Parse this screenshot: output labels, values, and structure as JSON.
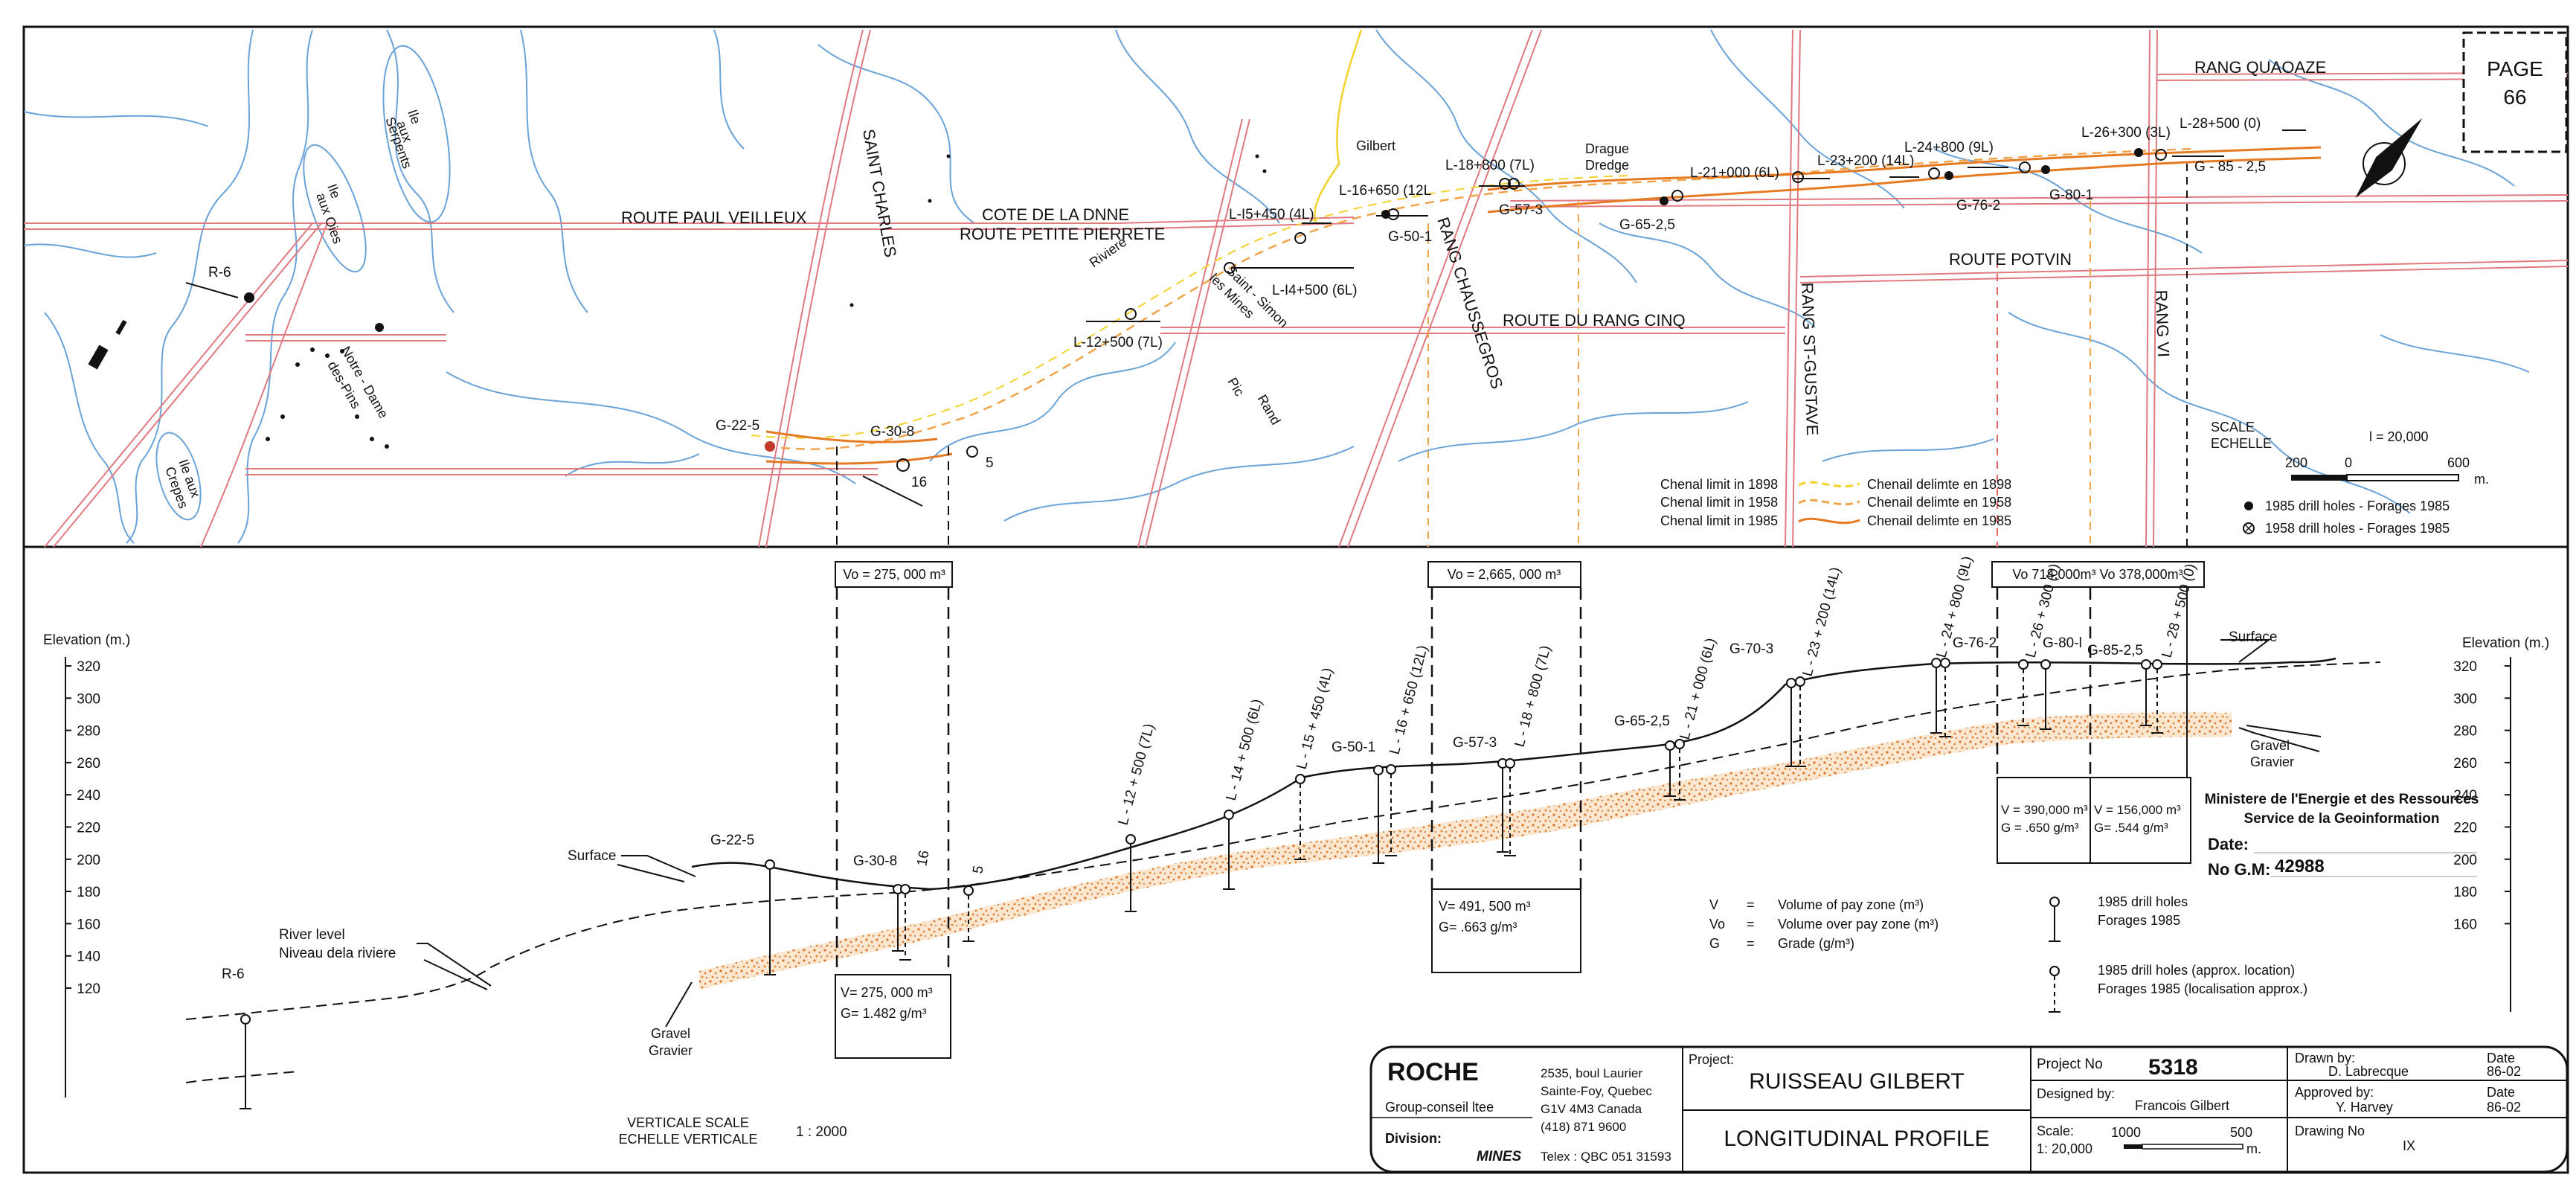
{
  "page_box": {
    "label": "PAGE",
    "number": "66"
  },
  "map": {
    "roads": [
      {
        "text": "RANG QUAOAZE"
      },
      {
        "text": "ROUTE PAUL VEILLEUX"
      },
      {
        "text": "COTE DE LA DNNE"
      },
      {
        "text": "ROUTE PETITE PIERRETE"
      },
      {
        "text": "ROUTE POTVIN"
      },
      {
        "text": "ROUTE  DU  RANG  CINQ"
      },
      {
        "text": "SAINT CHARLES"
      },
      {
        "text": "RANG CHAUSSEGROS"
      },
      {
        "text": "RANG ST-GUSTAVE"
      },
      {
        "text": "RANG VI"
      }
    ],
    "places": [
      {
        "text": "Ile"
      },
      {
        "text": "aux"
      },
      {
        "text": "Serpents"
      },
      {
        "text": "Ile"
      },
      {
        "text": "aux Oies"
      },
      {
        "text": "Notre - Dame"
      },
      {
        "text": "des-Pins"
      },
      {
        "text": "Ile aux"
      },
      {
        "text": "Crepes"
      },
      {
        "text": "Riviere"
      },
      {
        "text": "Saint - Simon"
      },
      {
        "text": "les Mines"
      },
      {
        "text": "Pic"
      },
      {
        "text": "Rand"
      },
      {
        "text": "Gilbert"
      },
      {
        "text": "Drague"
      },
      {
        "text": "Dredge"
      }
    ],
    "station_labels": [
      {
        "text": "L-28+500 (0)"
      },
      {
        "text": "L-26+300 (3L)"
      },
      {
        "text": "L-24+800 (9L)"
      },
      {
        "text": "L-23+200 (14L)"
      },
      {
        "text": "L-21+000 (6L)"
      },
      {
        "text": "L-18+800 (7L)"
      },
      {
        "text": "L-16+650 (12L"
      },
      {
        "text": "L-I5+450 (4L)"
      },
      {
        "text": "L-I4+500 (6L)"
      },
      {
        "text": "L-12+500 (7L)"
      }
    ],
    "hole_labels": [
      {
        "text": "R-6"
      },
      {
        "text": "G-22-5"
      },
      {
        "text": "G-30-8"
      },
      {
        "text": "16"
      },
      {
        "text": "5"
      },
      {
        "text": "G-50-1"
      },
      {
        "text": "G-57-3"
      },
      {
        "text": "G-65-2,5"
      },
      {
        "text": "G-76-2"
      },
      {
        "text": "G-80-1"
      },
      {
        "text": "G - 85 - 2,5"
      }
    ],
    "legend": [
      {
        "label_en": "Chenal limit in 1898",
        "label_fr": "Chenail delimte en 1898",
        "color": "#f2d22c"
      },
      {
        "label_en": "Chenal limit in 1958",
        "label_fr": "Chenail delimte en 1958",
        "color": "#f0a44a"
      },
      {
        "label_en": "Chenal limit in 1985",
        "label_fr": "Chenail delimte en 1985",
        "color": "#e67a22"
      }
    ],
    "scale": {
      "title_en": "SCALE",
      "title_fr": "ECHELLE",
      "ratio": "l = 20,000",
      "ticks": [
        "200",
        "0",
        "600"
      ],
      "unit": "m."
    },
    "symbols": [
      {
        "label": "1985 drill holes - Forages 1985"
      },
      {
        "label": "1958 drill holes - Forages 1985"
      }
    ]
  },
  "profile": {
    "axis_title": "Elevation (m.)",
    "ticks": [
      "320",
      "300",
      "280",
      "260",
      "240",
      "220",
      "200",
      "180",
      "160",
      "140",
      "120"
    ],
    "right_ticks": [
      "320",
      "300",
      "280",
      "260",
      "240",
      "220",
      "200",
      "180",
      "160"
    ],
    "volume_boxes": [
      {
        "text": "Vo = 275, 000 m³"
      },
      {
        "text": "Vo = 2,665, 000 m³"
      },
      {
        "text": "Vo 714,000m³  Vo 378,000m³"
      }
    ],
    "grade_boxes": [
      {
        "line1": "V= 275, 000 m³",
        "line2": "G= 1.482 g/m³"
      },
      {
        "line1": "V= 491, 500 m³",
        "line2": "G= .663 g/m³"
      },
      {
        "line1": "V = 390,000 m³",
        "line2": "G = .650 g/m³"
      },
      {
        "line1": "V = 156,000 m³",
        "line2": "G= .544 g/m³"
      }
    ],
    "section_labels": [
      {
        "text": "R-6"
      },
      {
        "text": "G-22-5"
      },
      {
        "text": "G-30-8"
      },
      {
        "text": "16"
      },
      {
        "text": "5"
      },
      {
        "text": "L - 12 + 500 (7L)"
      },
      {
        "text": "L - 14 + 500 (6L)"
      },
      {
        "text": "L - 15 + 450 (4L)"
      },
      {
        "text": "G-50-1"
      },
      {
        "text": "L - 16 + 650 (12L)"
      },
      {
        "text": "G-57-3"
      },
      {
        "text": "L - 18 + 800 (7L)"
      },
      {
        "text": "G-65-2,5"
      },
      {
        "text": "L - 21 + 000 (6L)"
      },
      {
        "text": "G-70-3"
      },
      {
        "text": "L - 23 + 200 (14L)"
      },
      {
        "text": "L - 24 + 800 (9L)"
      },
      {
        "text": "G-76-2"
      },
      {
        "text": "L - 26 + 300 (0)"
      },
      {
        "text": "G-80-l"
      },
      {
        "text": "G-85-2,5"
      },
      {
        "text": "L - 28 + 500 (0)"
      }
    ],
    "callouts": [
      {
        "text": "Surface"
      },
      {
        "text": "River level"
      },
      {
        "text": "Niveau dela riviere"
      },
      {
        "text": "Gravel"
      },
      {
        "text": "Gravier"
      },
      {
        "text": "Surface"
      },
      {
        "text": "Gravel"
      },
      {
        "text": "Gravier"
      }
    ],
    "definitions": [
      {
        "symbol": "V",
        "eq": "=",
        "text": "Volume of pay zone (m³)"
      },
      {
        "symbol": "Vo",
        "eq": "=",
        "text": "Volume over pay zone (m³)"
      },
      {
        "symbol": "G",
        "eq": "=",
        "text": "Grade (g/m³)"
      }
    ],
    "hole_legend": [
      {
        "line1": "1985 drill holes",
        "line2": "Forages 1985"
      },
      {
        "line1": "1985 drill holes (approx. location)",
        "line2": "Forages 1985 (localisation approx.)"
      }
    ],
    "vertical_scale": {
      "line1": "VERTICALE SCALE",
      "line2": "ECHELLE VERTICALE",
      "ratio": "1 : 2000"
    }
  },
  "ministry": {
    "line1": "Ministere de l'Energie et des Ressources",
    "line2": "Service de la Geoinformation",
    "date_label": "Date:",
    "gm_label": "No G.M:",
    "gm_number": "42988"
  },
  "title_block": {
    "company": "ROCHE",
    "subtitle": "Group-conseil ltee",
    "division_label": "Division:",
    "division": "MINES",
    "address": [
      "2535, boul Laurier",
      "Sainte-Foy, Quebec",
      "G1V 4M3 Canada",
      "(418) 871 9600",
      "Telex : QBC 051 31593"
    ],
    "project_label": "Project:",
    "project": "RUISSEAU GILBERT",
    "drawing_title": "LONGITUDINAL PROFILE",
    "project_no_label": "Project No",
    "project_no": "5318",
    "designed_label": "Designed by:",
    "designed": "Francois Gilbert",
    "scale_label": "Scale:",
    "scale_value": "1: 20,000",
    "scale_ticks": [
      "1000",
      "500"
    ],
    "scale_unit": "m.",
    "drawn_label": "Drawn by:",
    "drawn": "D. Labrecque",
    "approved_label": "Approved by:",
    "approved": "Y. Harvey",
    "date_label": "Date",
    "date1": "86-02",
    "date2": "86-02",
    "drawing_no_label": "Drawing No",
    "drawing_no": "IX"
  }
}
